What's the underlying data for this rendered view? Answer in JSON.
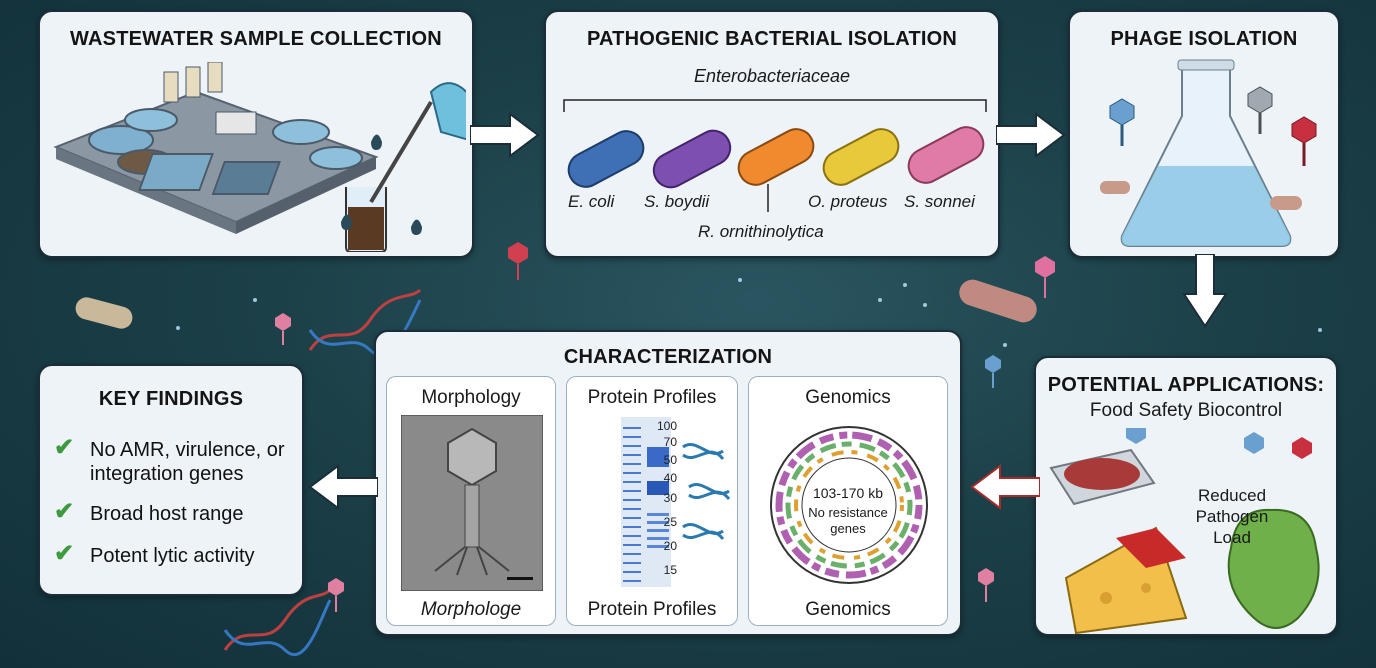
{
  "stages": {
    "collection": {
      "title": "WASTEWATER SAMPLE COLLECTION"
    },
    "isolation": {
      "title": "PATHOGENIC BACTERIAL ISOLATION",
      "family": "Enterobacteriaceae",
      "bacteria": [
        "E. coli",
        "S. boydii",
        "R. ornithinolytica",
        "O. proteus",
        "S. sonnei"
      ]
    },
    "phage": {
      "title": "PHAGE ISOLATION"
    },
    "applications": {
      "title": "POTENTIAL APPLICATIONS:",
      "subtitle": "Food Safety Biocontrol",
      "note": [
        "Reduced",
        "Pathogen",
        "Load"
      ]
    },
    "characterization": {
      "title": "CHARACTERIZATION",
      "morphology": {
        "title": "Morphology",
        "caption": "Morphologe"
      },
      "protein": {
        "title": "Protein Profiles",
        "caption": "Protein Profiles",
        "markers": [
          "100",
          "70",
          "50",
          "40",
          "30",
          "25",
          "20",
          "15"
        ]
      },
      "genomics": {
        "title": "Genomics",
        "caption": "Genomics",
        "size": "103-170 kb",
        "note": [
          "No resistance",
          "genes"
        ]
      }
    },
    "findings": {
      "title": "KEY FINDINGS",
      "items": [
        "No AMR, virulence, or",
        "integration genes",
        "Broad host range",
        "Potent lytic activity"
      ]
    }
  },
  "colors": {
    "background": "#1c4048",
    "panel": "#eef3f8",
    "arrow": "#ffffff",
    "check": "#3d9a3d",
    "ecoli": "#3f6fb5",
    "sboydii": "#7d4fb0",
    "rornith": "#ef8a2f",
    "oproteus": "#e8c93a",
    "ssonnei": "#e07aa6"
  }
}
